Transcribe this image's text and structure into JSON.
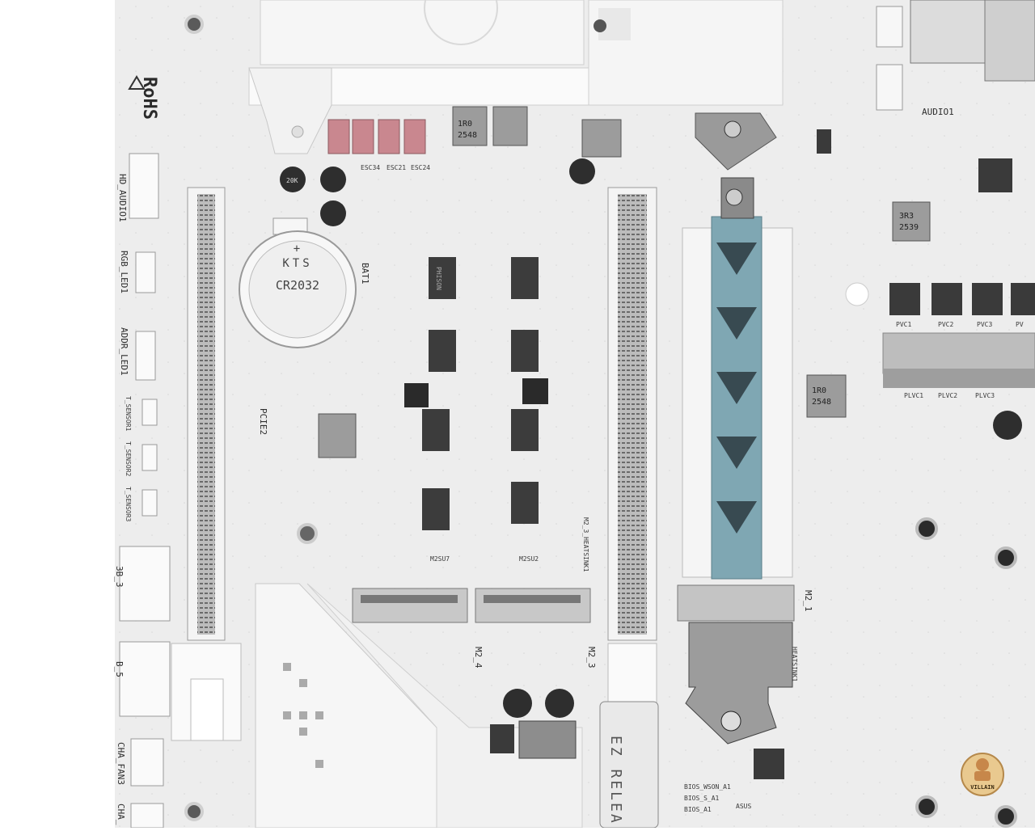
{
  "board_labels": {
    "rohs": "RoHS",
    "hd_audio": "HD_AUDIO1",
    "rgb_led": "RGB_LED1",
    "addr_led": "ADDR_LED1",
    "t_sensor1": "T_SENSOR1",
    "t_sensor2": "T_SENSOR2",
    "t_sensor3": "T_SENSOR3",
    "usb3": "3B_3",
    "usb5": "B_5",
    "cha_fan3": "CHA_FAN3",
    "cha": "CHA_",
    "pcie2": "PCIE2",
    "bat1": "BAT1",
    "m2_3": "M2_3",
    "m2_4": "M2_4",
    "m2_1": "M2_1",
    "audio1": "AUDIO1",
    "ez_release": "EZ RELEA",
    "bios_wson": "BIOS_WSON_A1",
    "bios_s": "BIOS_S_A1",
    "bios_a": "BIOS_A1",
    "asus": "ASUS",
    "heatsink": "M2_3_HEATSINK1",
    "heatsink1": "HEATSINK1",
    "m2su7": "M2SU7",
    "m2su2": "M2SU2"
  },
  "battery": {
    "brand": "KTS",
    "model": "CR2032"
  },
  "components": {
    "inductor_1r0": "1R0",
    "inductor_2548": "2548",
    "inductor_3r3": "3R3",
    "inductor_2539": "2539",
    "cap_20k": "20K",
    "esc_labels": [
      "ESC34",
      "ESC21",
      "ESC24"
    ],
    "chip_brand": "PHISON",
    "phase_labels": [
      "PVC1",
      "PVC2",
      "PVC3",
      "PV"
    ],
    "plvc_labels": [
      "PLVC1",
      "PLVC2",
      "PLVC3"
    ]
  },
  "watermark": {
    "text": "VILLAIN"
  },
  "colors": {
    "board": "#eeeeee",
    "slot_grey": "#9a9a9a",
    "thermal_pad": "#7fa7b3",
    "esc_red": "#c9878f"
  }
}
